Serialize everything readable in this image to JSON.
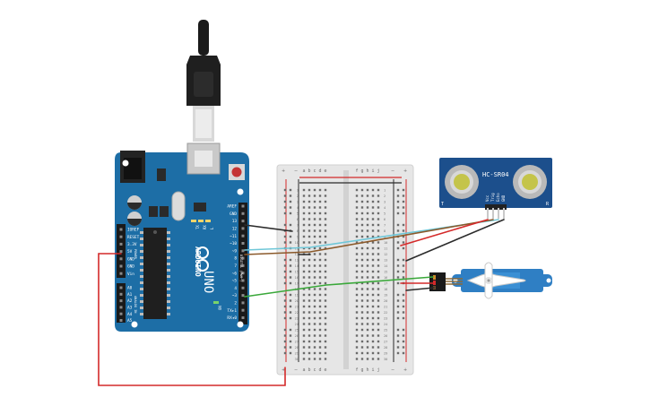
{
  "arduino": {
    "brand": "ARDUINO",
    "model": "UNO",
    "led_tx": "TX",
    "led_rx": "RX",
    "led_on": "ON",
    "led_l": "L",
    "digital_header": [
      "AREF",
      "GND",
      "13",
      "12",
      "~11",
      "~10",
      "~9",
      "8",
      "7",
      "~6",
      "~5",
      "4",
      "~3",
      "2",
      "TX▸1",
      "RX◂0"
    ],
    "digital_label": "DIGITAL (PWM~)",
    "power_header": [
      "IOREF",
      "RESET",
      "3.3V",
      "5V",
      "GND",
      "GND",
      "Vin"
    ],
    "power_label": "POWER",
    "analog_header": [
      "A0",
      "A1",
      "A2",
      "A3",
      "A4",
      "A5"
    ],
    "analog_label": "ANALOG IN"
  },
  "breadboard": {
    "rail_plus": "+",
    "rail_minus": "−",
    "columns_left": [
      "a",
      "b",
      "c",
      "d",
      "e"
    ],
    "columns_right": [
      "f",
      "g",
      "h",
      "i",
      "j"
    ],
    "rows": 30
  },
  "ultrasonic": {
    "label": "HC-SR04",
    "pins": [
      "Vcc",
      "Trig",
      "Echo",
      "GND"
    ],
    "corner_left": "T",
    "corner_right": "R"
  },
  "servo": {
    "connector": "3-pin servo connector"
  },
  "colors": {
    "arduino_board": "#1d6ea6",
    "breadboard": "#e6e6e6",
    "wire_red": "#d42a2a",
    "wire_black": "#2b2b2b",
    "wire_green": "#3aa83a",
    "wire_cyan": "#6fc7d8",
    "wire_brown": "#8b5a2b",
    "sensor_board": "#1c4f8c",
    "servo_body": "#2f7fc4"
  }
}
